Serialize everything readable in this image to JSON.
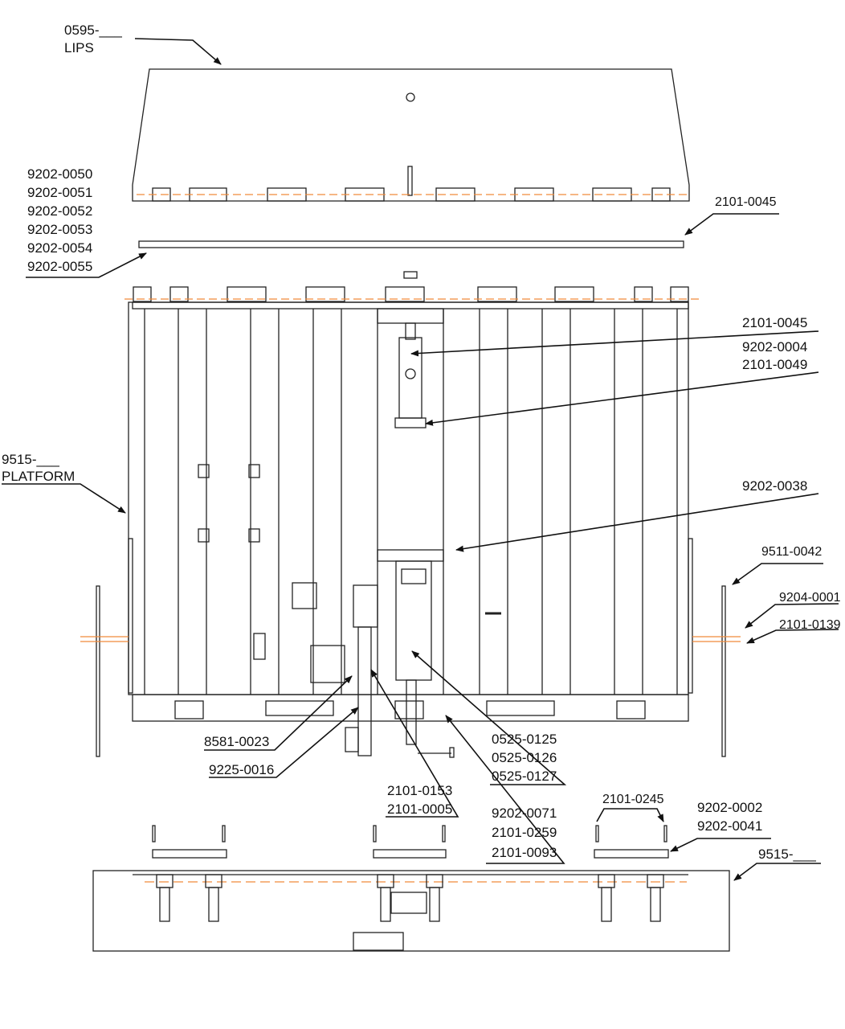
{
  "callouts": {
    "lips_part": "0595-___",
    "lips_name": "LIPS",
    "platform_part": "9515-___",
    "platform_name": "PLATFORM",
    "frame_part": "9515-___",
    "lip_hinges": [
      "9202-0050",
      "9202-0051",
      "9202-0052",
      "9202-0053",
      "9202-0054",
      "9202-0055"
    ],
    "hinge_pin": "2101-0045",
    "lift_cyl_top": [
      "2101-0045",
      "9202-0004",
      "2101-0049"
    ],
    "lift_cyl_mount": "9202-0038",
    "right_bumper": "9511-0042",
    "right_bolts": [
      "9204-0001",
      "2101-0139"
    ],
    "left_lower_1": "8581-0023",
    "left_lower_2": "9225-0016",
    "center_lower": [
      "2101-0153",
      "2101-0005"
    ],
    "cyl_bottom": [
      "0525-0125",
      "0525-0126",
      "0525-0127"
    ],
    "base_pins": [
      "9202-0071",
      "2101-0259",
      "2101-0093"
    ],
    "frame_pin": "2101-0245",
    "frame_hinges": [
      "9202-0002",
      "9202-0041"
    ]
  }
}
